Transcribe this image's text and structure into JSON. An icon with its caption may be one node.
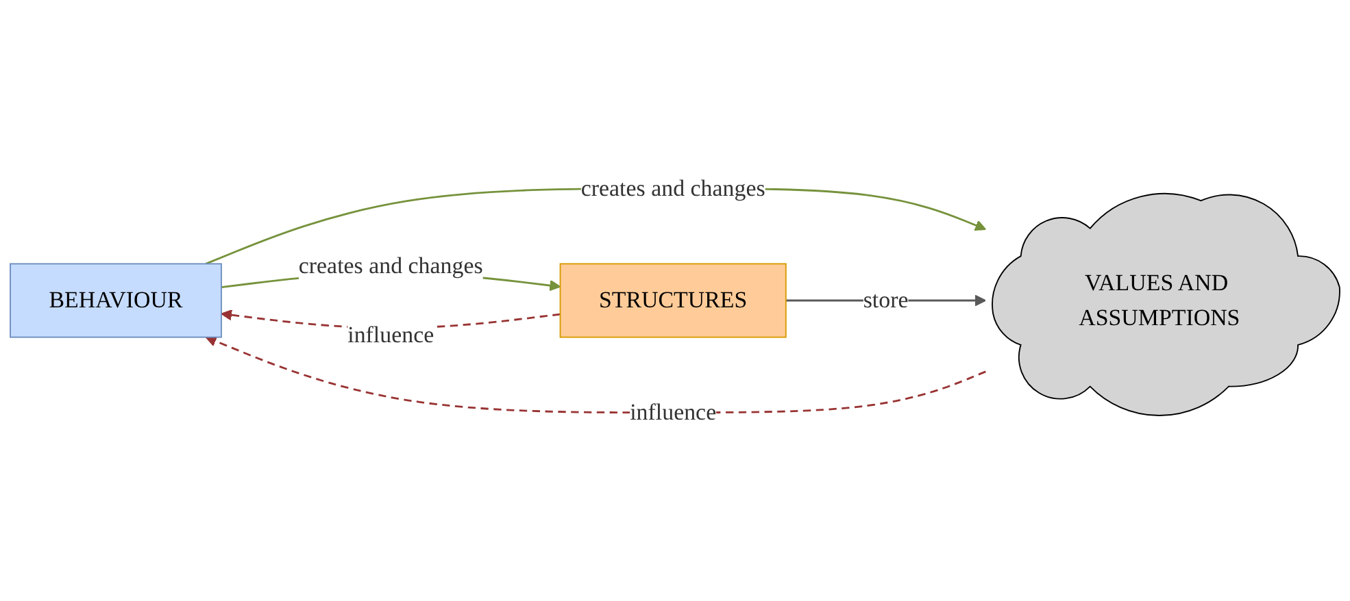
{
  "diagram": {
    "nodes": [
      {
        "text": [
          "BEHAVIOUR"
        ]
      },
      {
        "text": [
          "VALUES AND ASSUMPTIONS"
        ]
      },
      {
        "text": [
          "STRUCTURES"
        ]
      }
    ],
    "edges": [
      {
        "from": 0,
        "to": 2,
        "arrow": "to",
        "label": "creates and changes",
        "color": "#76923c"
      },
      {
        "from": 0,
        "to": 1,
        "arrow": "to",
        "label": "creates and changes",
        "color": "#76923c"
      },
      {
        "from": 2,
        "to": 1,
        "arrow": "to",
        "label": "store",
        "color": "#595959"
      },
      {
        "from": 1,
        "to": 0,
        "arrow": "to",
        "label": "influence",
        "style": "dashed",
        "color": "#993333"
      },
      {
        "from": 2,
        "to": 0,
        "arrow": "to",
        "label": "influence",
        "style": "dashed",
        "color": "#993333"
      }
    ]
  }
}
